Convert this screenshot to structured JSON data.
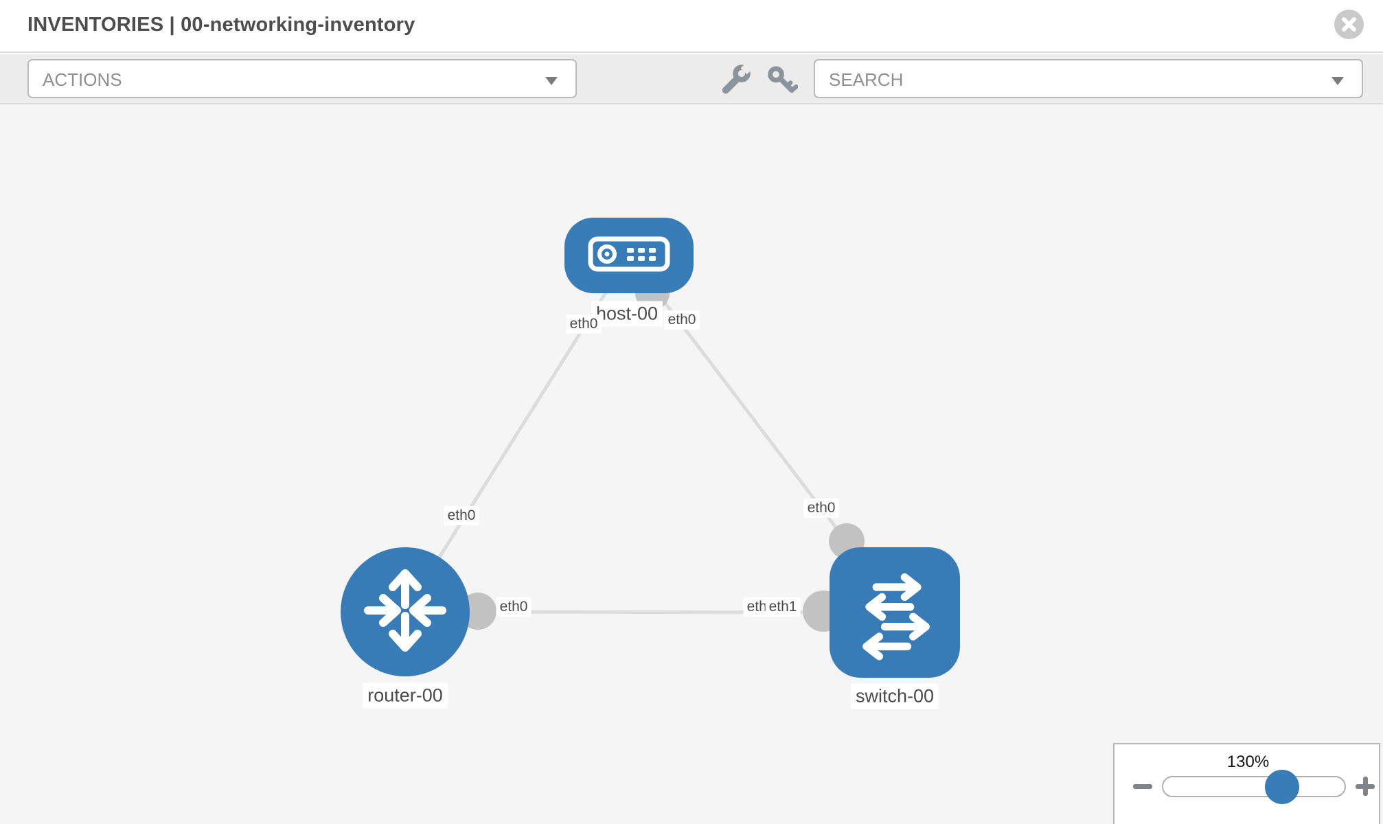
{
  "header": {
    "title": "INVENTORIES | 00-networking-inventory"
  },
  "toolbar": {
    "actions_label": "ACTIONS",
    "search_label": "SEARCH",
    "tool_icons": [
      "wrench",
      "key"
    ]
  },
  "colors": {
    "node_blue": "#387cb7",
    "link_gray": "#dcdcdc",
    "port_gray": "#c2c2c2",
    "canvas_bg": "#f5f5f5",
    "toolbar_bg": "#ececec"
  },
  "diagram": {
    "nodes": [
      {
        "id": "host-00",
        "type": "host",
        "label": "host-00"
      },
      {
        "id": "router-00",
        "type": "router",
        "label": "router-00"
      },
      {
        "id": "switch-00",
        "type": "switch",
        "label": "switch-00"
      }
    ],
    "links": [
      {
        "from": "host-00",
        "to": "router-00",
        "from_interface": "eth0",
        "to_interface": "eth0"
      },
      {
        "from": "host-00",
        "to": "switch-00",
        "from_interface": "eth0",
        "to_interface": "eth0"
      },
      {
        "from": "router-00",
        "to": "switch-00",
        "from_interface": "eth0",
        "to_interface": "eth1"
      }
    ],
    "interface_labels": [
      {
        "text": "eth0"
      },
      {
        "text": "eth0"
      },
      {
        "text": "eth0"
      },
      {
        "text": "eth0"
      },
      {
        "text": "eth0"
      },
      {
        "text": "eth0"
      },
      {
        "text": "eth1"
      }
    ]
  },
  "zoom_control": {
    "value": "130%",
    "percent": 130,
    "minus_icon": "minus",
    "plus_icon": "plus"
  }
}
